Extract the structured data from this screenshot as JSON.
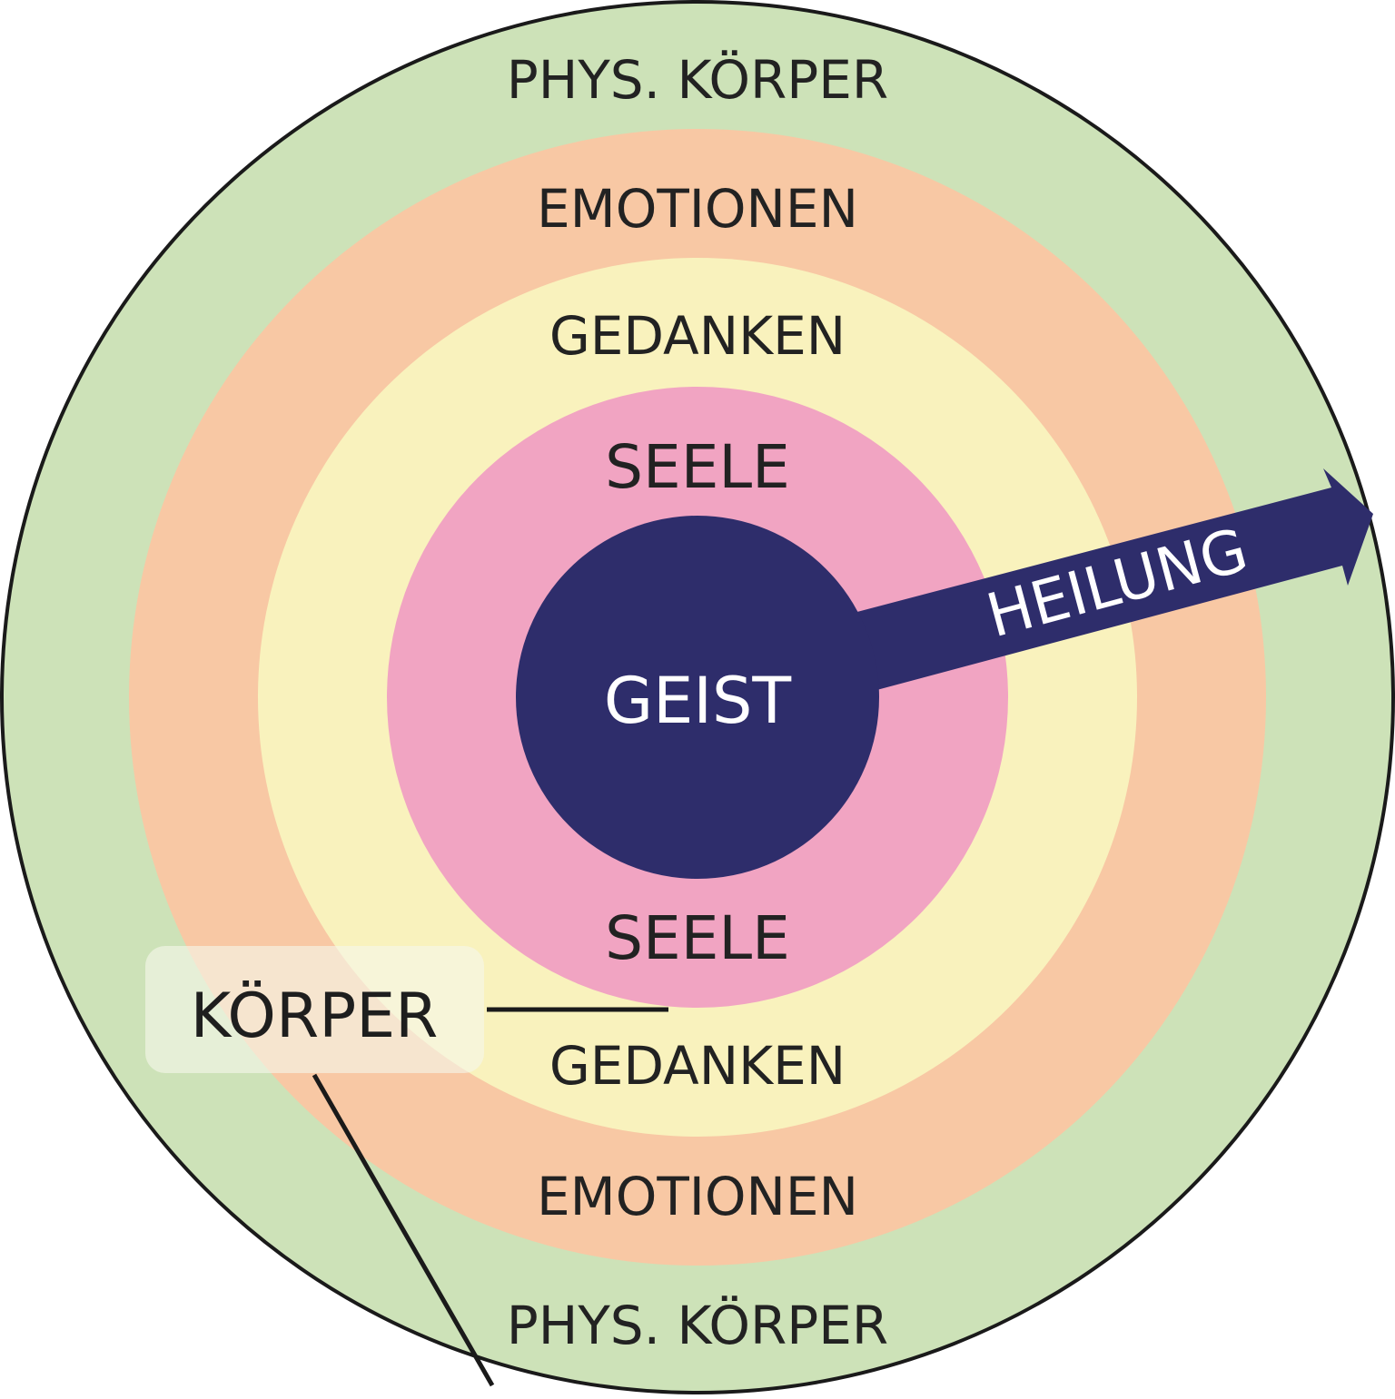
{
  "diagram": {
    "colors": {
      "physical": "#cde2b8",
      "emotions": "#f8c8a4",
      "thoughts": "#f9f2bd",
      "soul": "#f1a4c2",
      "spirit": "#2e2d6b",
      "outline": "#1a1a1a",
      "arrow": "#2e2d6b",
      "arrow_text": "#ffffff",
      "text": "#222222",
      "callout_box": "#f5f7ea"
    },
    "rings": [
      {
        "id": "physical",
        "top_label": "PHYS. KÖRPER",
        "bottom_label": "PHYS. KÖRPER"
      },
      {
        "id": "emotions",
        "top_label": "EMOTIONEN",
        "bottom_label": "EMOTIONEN"
      },
      {
        "id": "thoughts",
        "top_label": "GEDANKEN",
        "bottom_label": "GEDANKEN"
      },
      {
        "id": "soul",
        "top_label": "SEELE",
        "bottom_label": "SEELE"
      }
    ],
    "core_label": "GEIST",
    "arrow_label": "HEILUNG",
    "callout_label": "KÖRPER"
  }
}
